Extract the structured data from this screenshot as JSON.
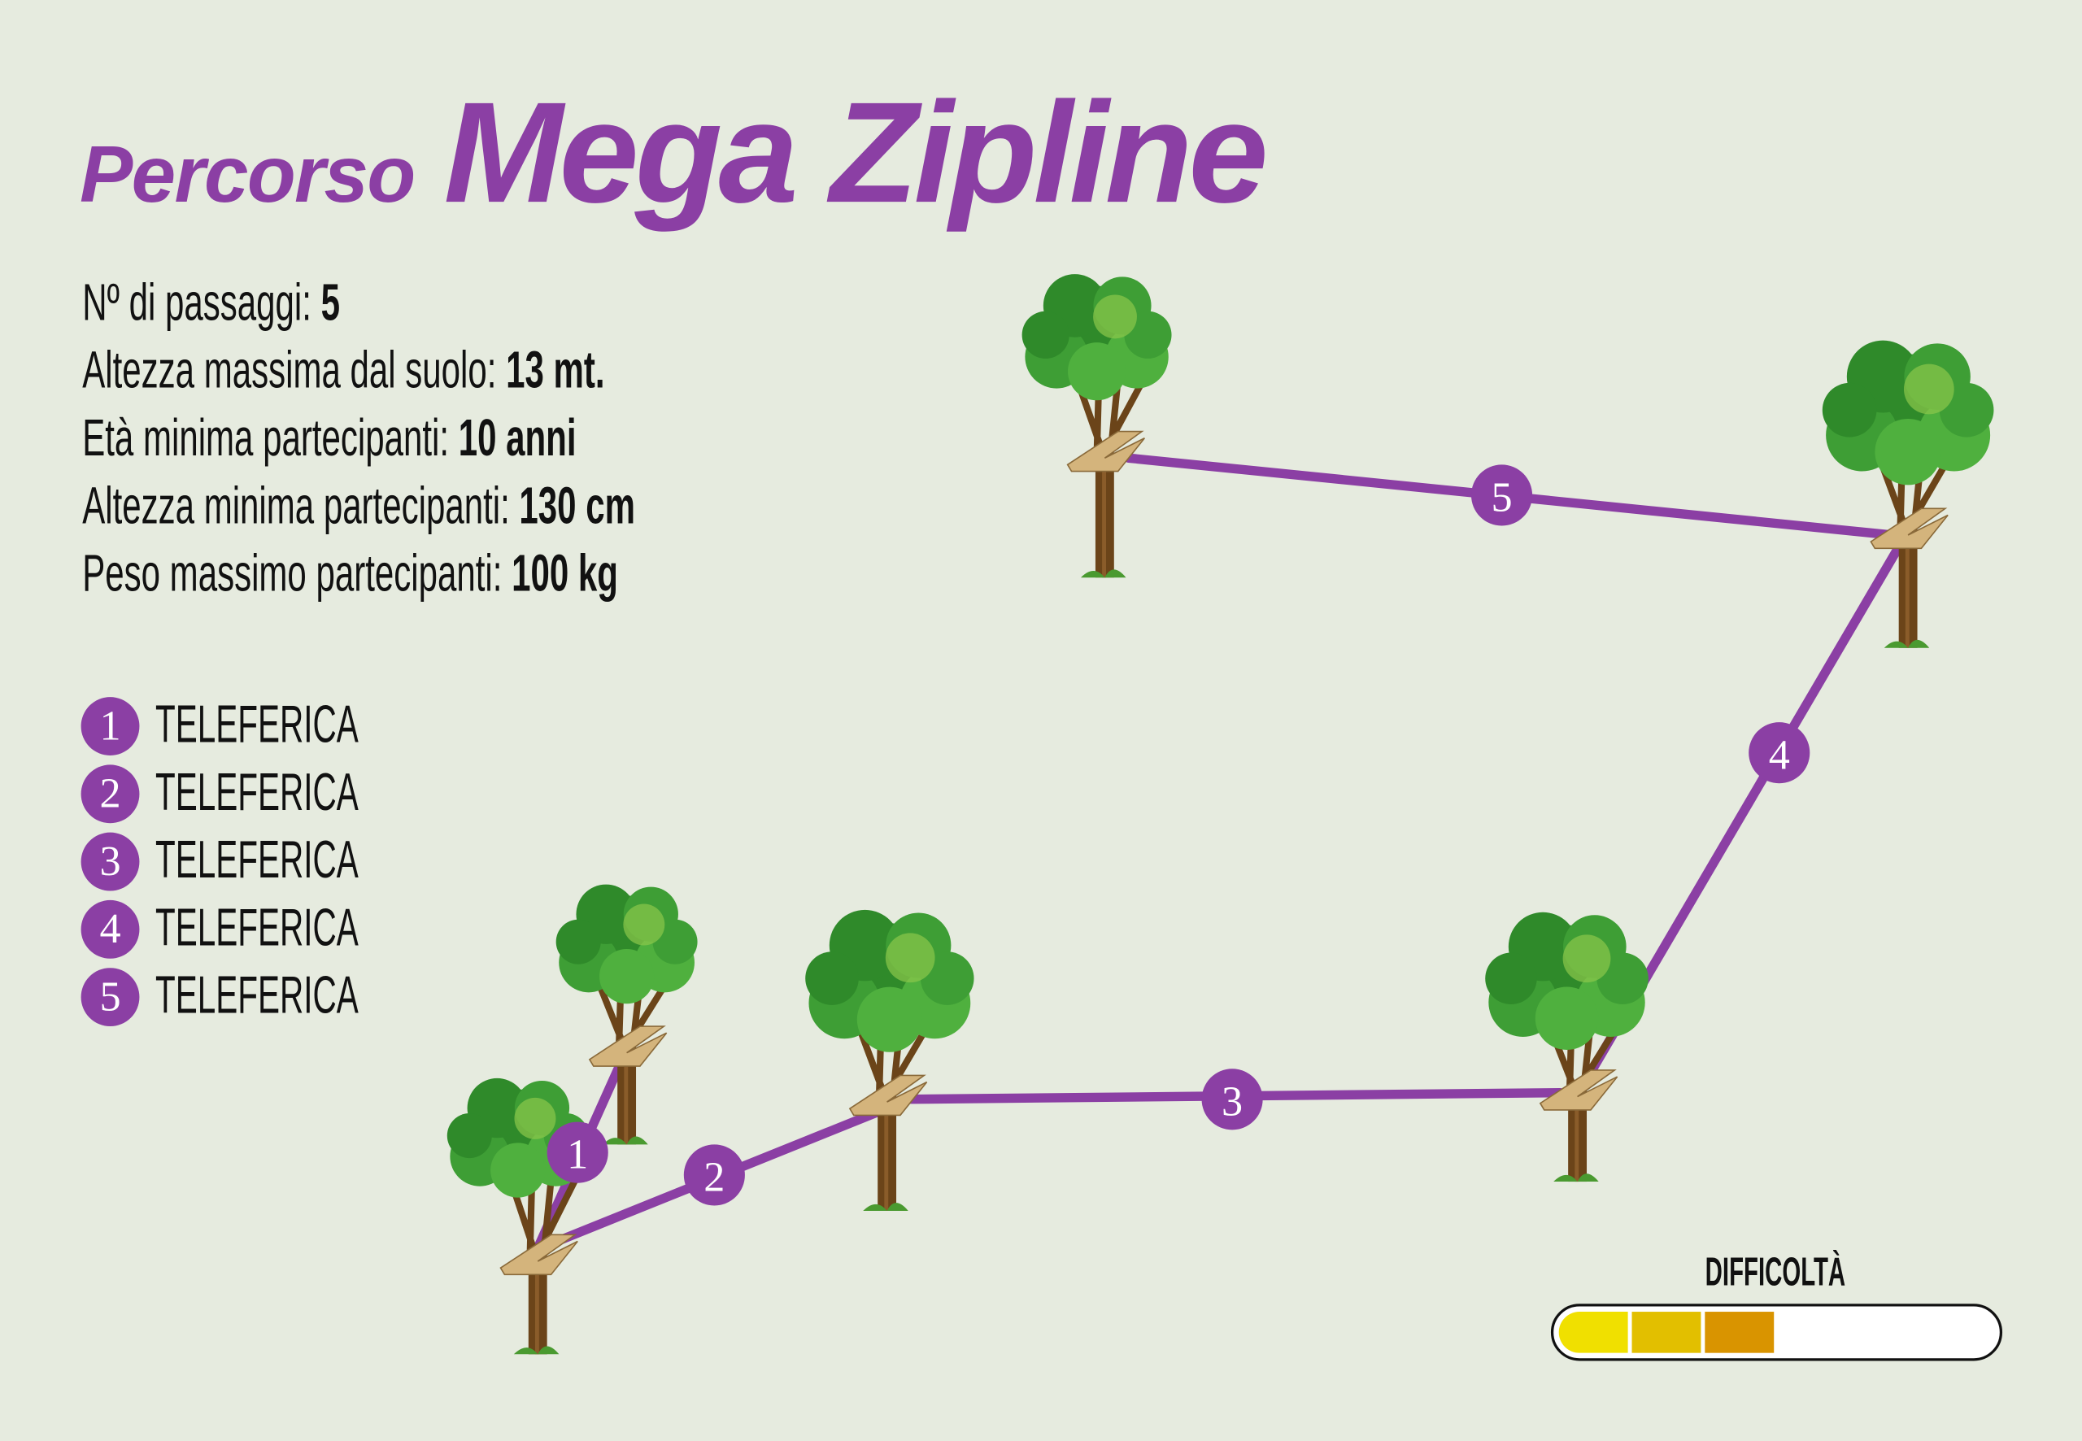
{
  "title": {
    "prefix": "Percorso",
    "name": "Mega Zipline"
  },
  "colors": {
    "accent": "#8b3fa4",
    "background": "#e6ebdf"
  },
  "info": [
    {
      "label": "Nº di passaggi: ",
      "value": "5"
    },
    {
      "label": "Altezza massima dal suolo: ",
      "value": "13 mt."
    },
    {
      "label": "Età minima partecipanti: ",
      "value": "10 anni"
    },
    {
      "label": "Altezza minima partecipanti: ",
      "value": "130 cm"
    },
    {
      "label": "Peso massimo partecipanti: ",
      "value": "100 kg"
    }
  ],
  "legend": [
    {
      "number": "1",
      "label": "TELEFERICA"
    },
    {
      "number": "2",
      "label": "TELEFERICA"
    },
    {
      "number": "3",
      "label": "TELEFERICA"
    },
    {
      "number": "4",
      "label": "TELEFERICA"
    },
    {
      "number": "5",
      "label": "TELEFERICA"
    }
  ],
  "difficulty": {
    "label": "DIFFICOLTÀ",
    "level": 3,
    "max": 6,
    "segment_colors": [
      "#f0e000",
      "#e2bf00",
      "#d99400"
    ]
  }
}
